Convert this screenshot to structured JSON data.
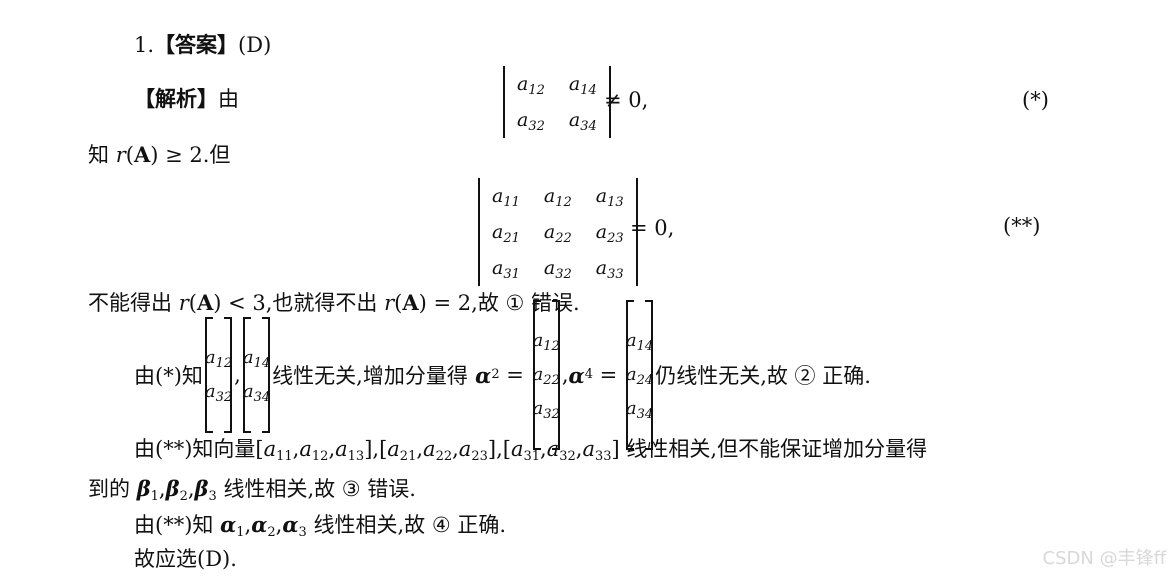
{
  "solution": {
    "number": "1.",
    "answer_tag": "【答案】",
    "answer": "(D)",
    "analysis_tag": "【解析】",
    "you": "由",
    "eq_star": "(*)",
    "eq_star_star": "(**)",
    "neq_zero": "≠ 0,",
    "eq_zero": "= 0,",
    "det2": [
      [
        "a12",
        "a14"
      ],
      [
        "a32",
        "a34"
      ]
    ],
    "det3": [
      [
        "a11",
        "a12",
        "a13"
      ],
      [
        "a21",
        "a22",
        "a23"
      ],
      [
        "a31",
        "a32",
        "a33"
      ]
    ],
    "line_rank": "知 r(A) ≥ 2.但",
    "line_cannot": "不能得出 r(A) < 3,也就得不出 r(A) = 2,故 ① 错误.",
    "line4_prefix": "由(*)知",
    "line4_mid": "线性无关,增加分量得",
    "line4_suffix": "仍线性无关,故 ② 正确.",
    "line5": "由(**)知向量[a11,a12,a13],[a21,a22,a23],[a31,a32,a33] 线性相关,但不能保证增加分量得",
    "line6": "到的 β1,β2,β3 线性相关,故 ③ 错误.",
    "line7": "由(**)知 α1,α2,α3 线性相关,故 ④ 正确.",
    "line8": "故应选(D)."
  },
  "watermark": "CSDN @丰锋ff"
}
